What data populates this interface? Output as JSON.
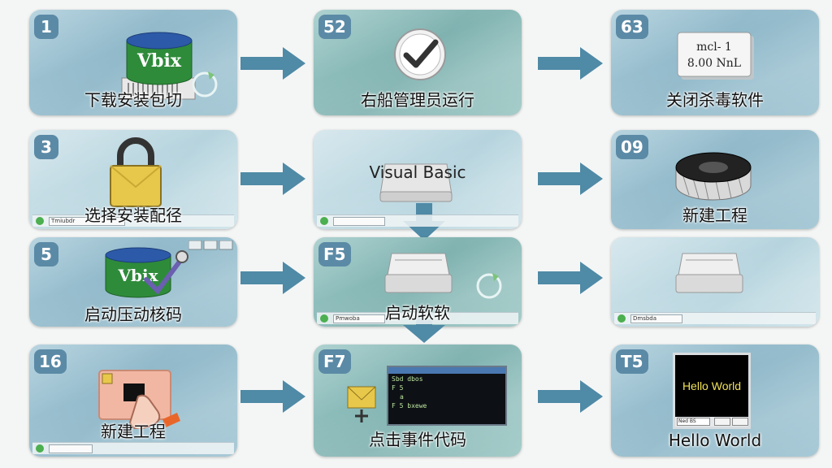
{
  "steps": [
    {
      "badge": "1",
      "caption": "下载安装包切",
      "icon_text": "Vbix"
    },
    {
      "badge": "52",
      "caption": "右船管理员运行"
    },
    {
      "badge": "63",
      "caption": "关闭杀毒软件",
      "icon_text_1": "mcl- 1",
      "icon_text_2": "8.00 NnL"
    },
    {
      "badge": "3",
      "caption": "选择安装配径",
      "taskbar": "Tmiubdr"
    },
    {
      "badge": "",
      "caption": "",
      "title": "Visual Basic"
    },
    {
      "badge": "09",
      "caption": "新建工程"
    },
    {
      "badge": "5",
      "caption": "启动压动核码",
      "icon_text": "Vbix"
    },
    {
      "badge": "F5",
      "caption": "启动软软",
      "taskbar": "Pmwoba"
    },
    {
      "badge": "",
      "caption": "",
      "taskbar": "Dmsbda"
    },
    {
      "badge": "16",
      "caption": "新建工程"
    },
    {
      "badge": "F7",
      "caption": "点击事件代码",
      "code_1": "Sbd dbos",
      "code_2": "F 5",
      "code_3": "a",
      "code_4": "F 5 bxewe"
    },
    {
      "badge": "T5",
      "caption": "Hello World",
      "screen_text": "Hello World",
      "status": "Ned BS"
    }
  ],
  "colors": {
    "arrow": "#4f8aa6",
    "badge": "#5b8aa6"
  }
}
